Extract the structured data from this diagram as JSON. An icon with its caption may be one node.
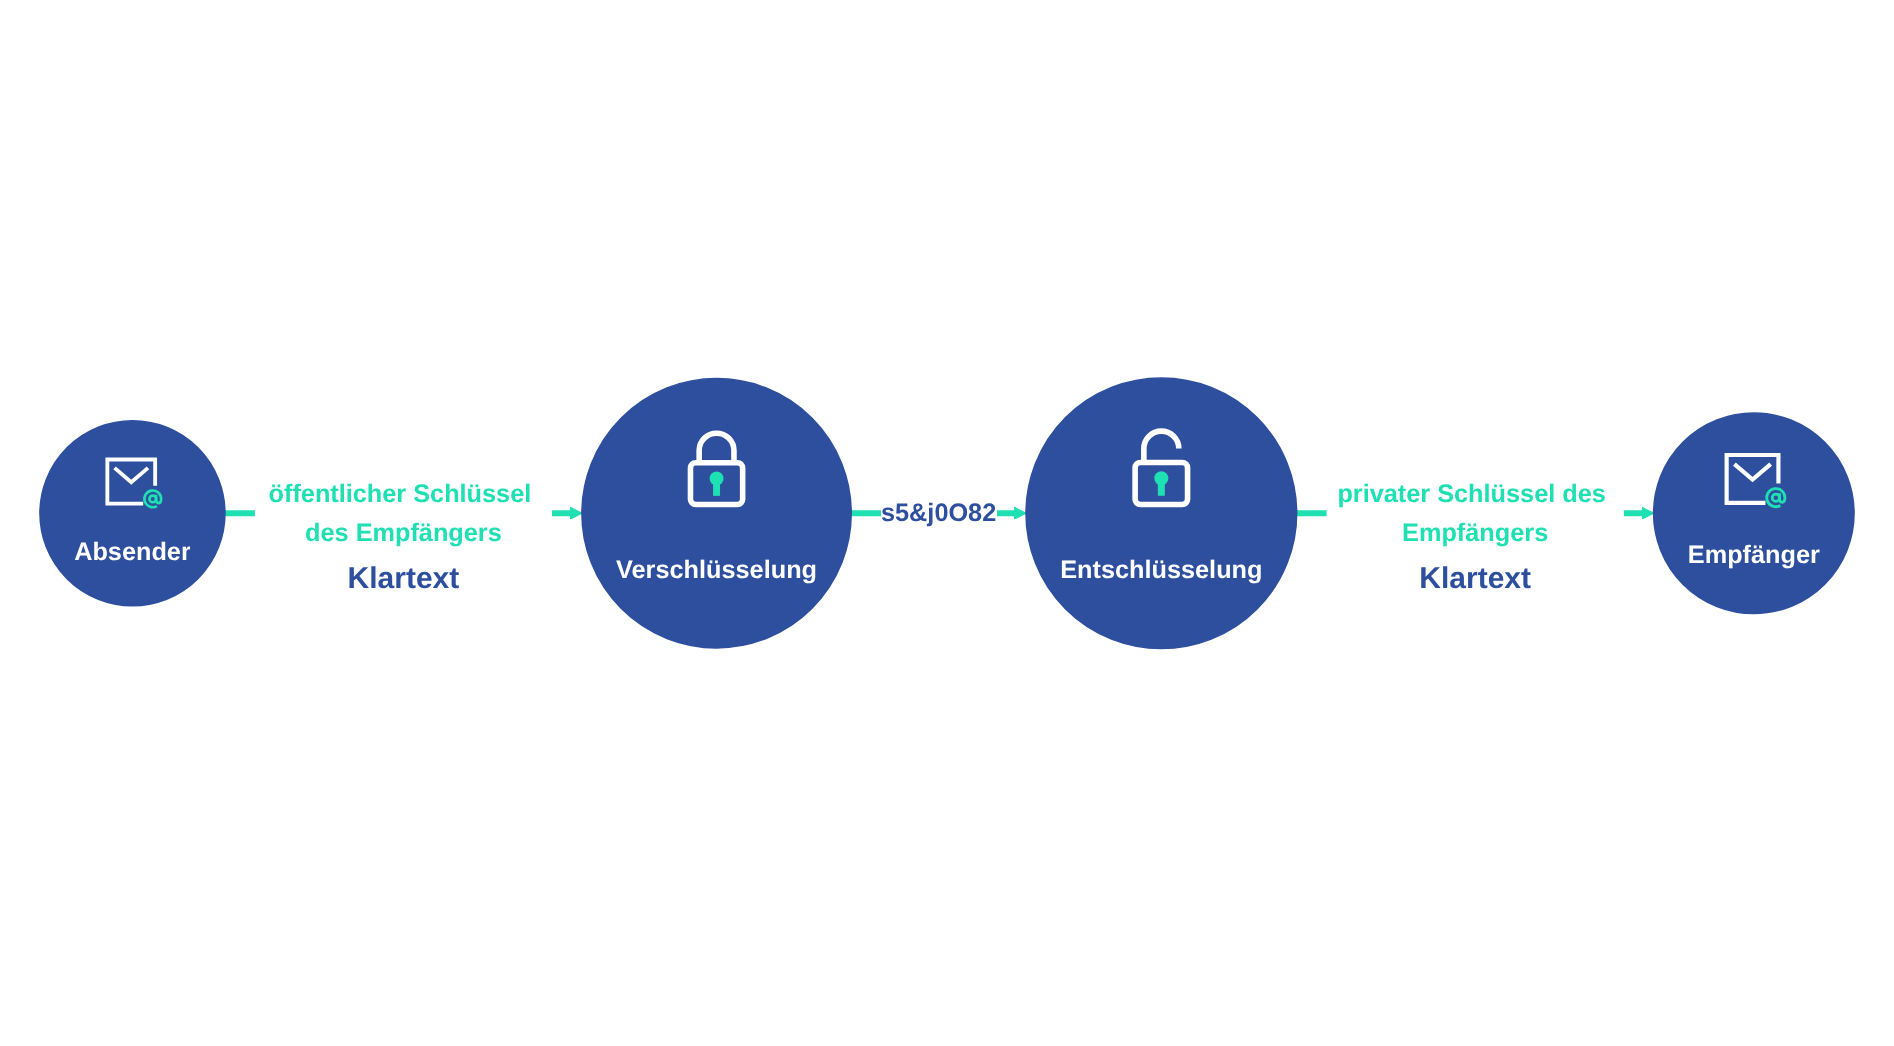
{
  "diagram": {
    "nodes": [
      {
        "text": [
          "Absender"
        ]
      },
      {
        "text": [
          "Verschlüsselung"
        ]
      },
      {
        "text": [
          "Entschlüsselung"
        ]
      },
      {
        "text": [
          "Empfänger"
        ]
      }
    ],
    "edges": [
      {
        "from": 0,
        "to": 1,
        "arrow": "to",
        "label": "öffentlicher Schlüssel des Empfängers"
      },
      {
        "from": 1,
        "to": 2,
        "arrow": "to",
        "label": "s5&j0O82"
      },
      {
        "from": 2,
        "to": 3,
        "arrow": "to",
        "label": "privater Schlüssel des Empfängers"
      }
    ],
    "labels": [
      "Klartext",
      "Klartext"
    ]
  }
}
